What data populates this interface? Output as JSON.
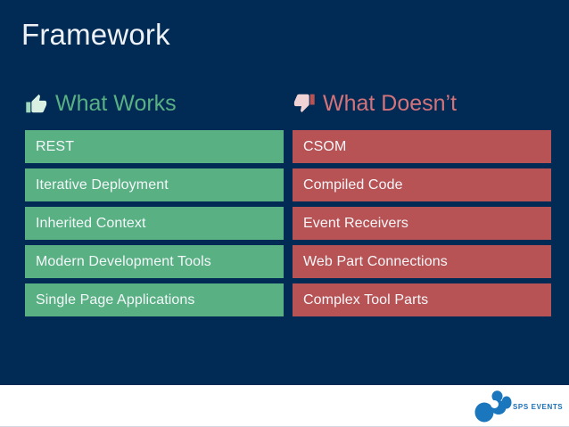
{
  "slide": {
    "title": "Framework",
    "background_color": "#012a54"
  },
  "columns": {
    "left": {
      "icon": "thumbs-up-icon",
      "heading": "What Works",
      "heading_color": "#58b083",
      "item_color": "#58b083",
      "items": [
        "REST",
        "Iterative Deployment",
        "Inherited Context",
        "Modern Development Tools",
        "Single Page Applications"
      ]
    },
    "right": {
      "icon": "thumbs-down-icon",
      "heading": "What Doesn’t",
      "heading_color": "#d4737a",
      "item_color": "#b85355",
      "items": [
        "CSOM",
        "Compiled Code",
        "Event Receivers",
        "Web Part Connections",
        "Complex Tool Parts"
      ]
    }
  },
  "footer": {
    "logo_text": "SPS EVENTS",
    "logo_color": "#1a6fb5"
  }
}
